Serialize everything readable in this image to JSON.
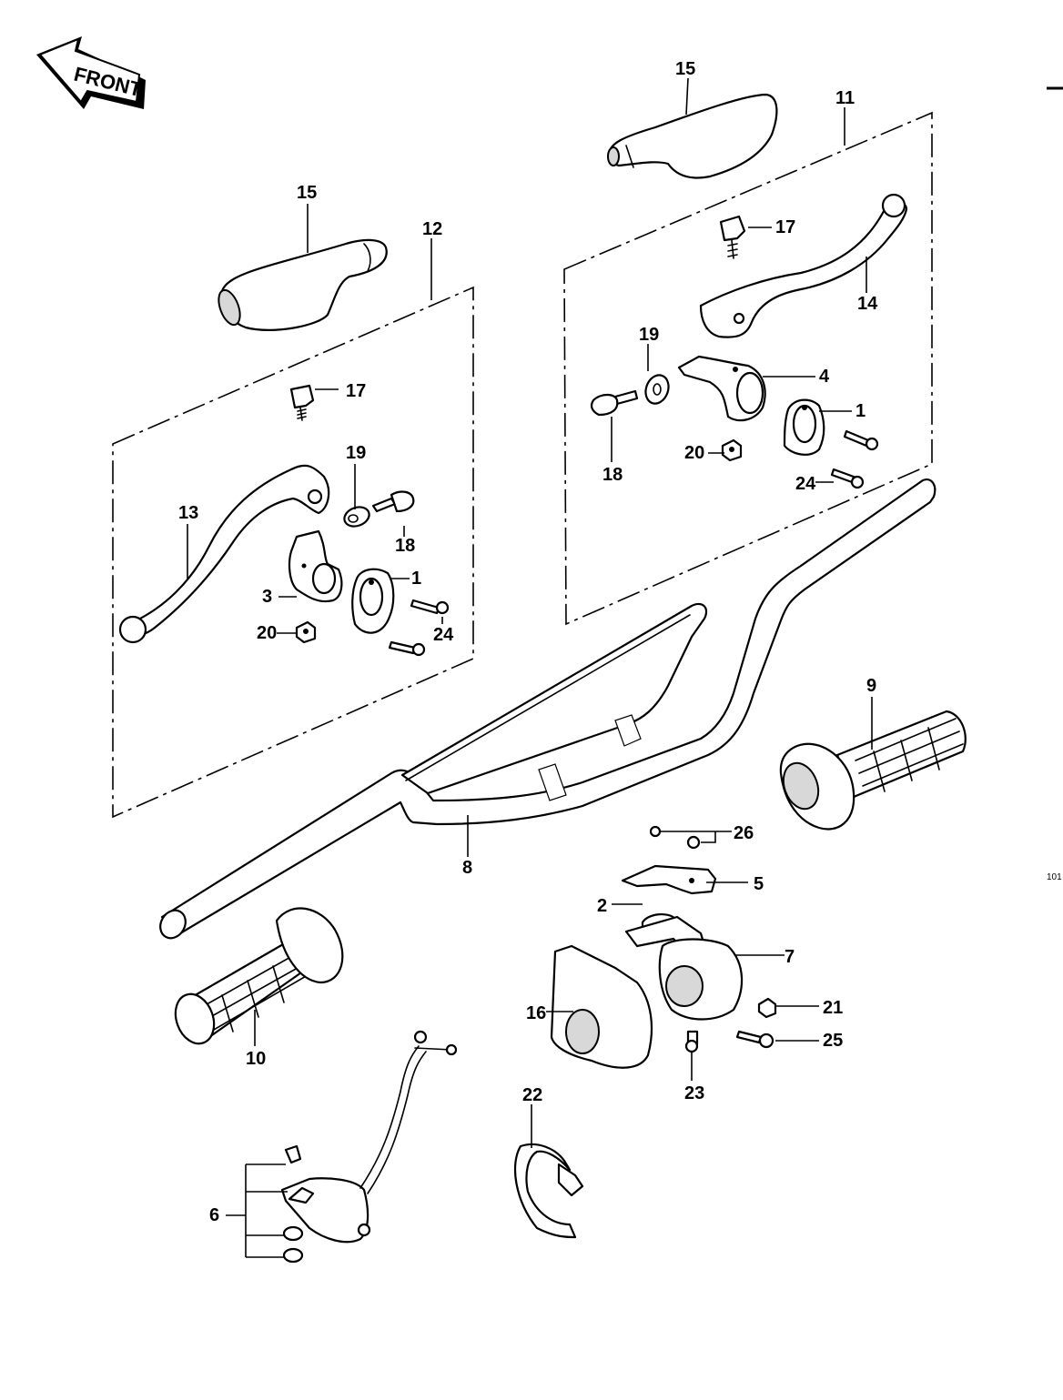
{
  "front_badge": "FRONT",
  "page_code": "101",
  "callouts": {
    "n1a": "1",
    "n1b": "1",
    "n2": "2",
    "n3": "3",
    "n4": "4",
    "n5": "5",
    "n6": "6",
    "n7": "7",
    "n8": "8",
    "n9": "9",
    "n10": "10",
    "n11": "11",
    "n12": "12",
    "n13": "13",
    "n14": "14",
    "n15a": "15",
    "n15b": "15",
    "n16": "16",
    "n17a": "17",
    "n17b": "17",
    "n18a": "18",
    "n18b": "18",
    "n19a": "19",
    "n19b": "19",
    "n20a": "20",
    "n20b": "20",
    "n21": "21",
    "n22": "22",
    "n23": "23",
    "n24a": "24",
    "n24b": "24",
    "n25": "25",
    "n26": "26"
  }
}
